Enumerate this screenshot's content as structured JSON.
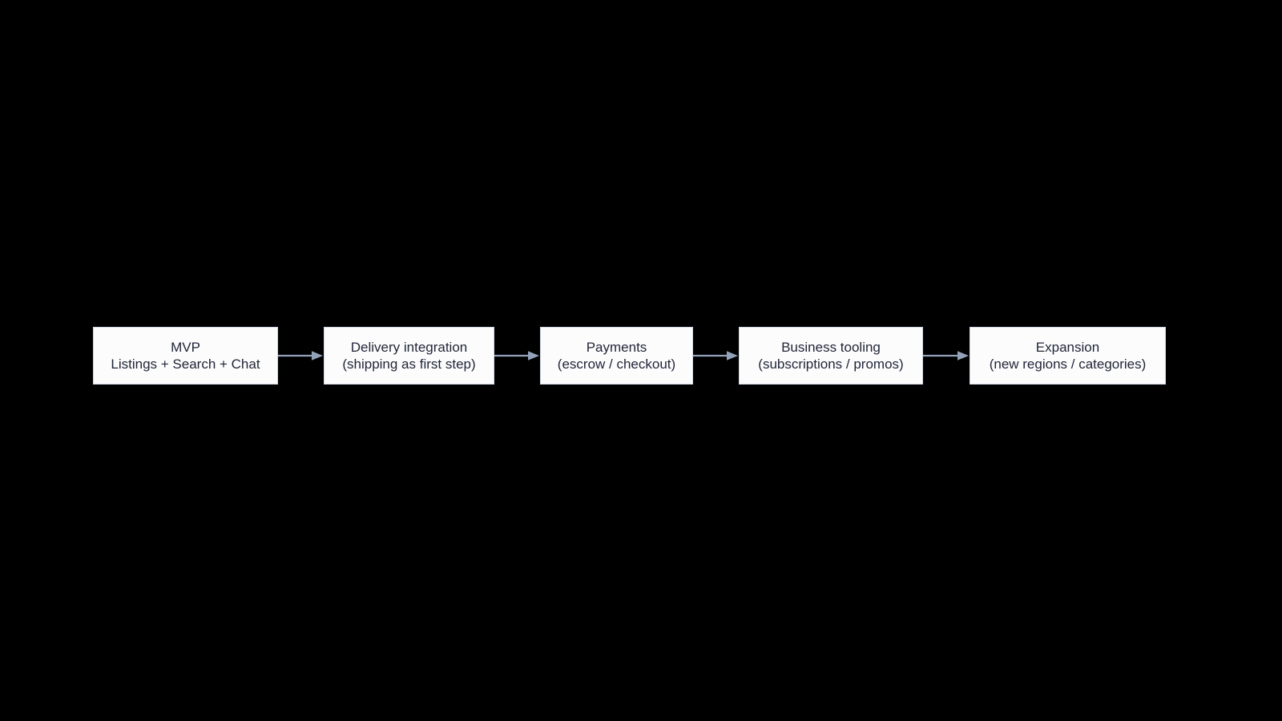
{
  "diagram": {
    "type": "horizontal-flow",
    "background_color": "#000000",
    "node_fill_color": "#fcfcfd",
    "node_border_color": "#d3d9e8",
    "text_color": "#1f2536",
    "arrow_color": "#93a2b8",
    "nodes": [
      {
        "id": "mvp",
        "title": "MVP",
        "subtitle": "Listings + Search + Chat"
      },
      {
        "id": "delivery-integration",
        "title": "Delivery integration",
        "subtitle": "(shipping as first step)"
      },
      {
        "id": "payments",
        "title": "Payments",
        "subtitle": "(escrow / checkout)"
      },
      {
        "id": "business-tooling",
        "title": "Business tooling",
        "subtitle": "(subscriptions / promos)"
      },
      {
        "id": "expansion",
        "title": "Expansion",
        "subtitle": "(new regions / categories)"
      }
    ],
    "connectors": [
      {
        "from": "mvp",
        "to": "delivery-integration"
      },
      {
        "from": "delivery-integration",
        "to": "payments"
      },
      {
        "from": "payments",
        "to": "business-tooling"
      },
      {
        "from": "business-tooling",
        "to": "expansion"
      }
    ]
  }
}
